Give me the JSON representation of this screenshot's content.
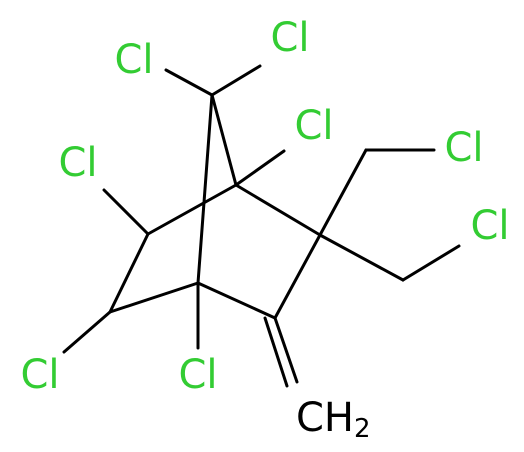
{
  "molecule": {
    "colors": {
      "chlorine": "#33cc33",
      "carbon": "#000000",
      "bond": "#000000"
    },
    "labels": {
      "cl_bridge_left": "Cl",
      "cl_bridge_right": "Cl",
      "cl_bridgehead_upper": "Cl",
      "cl_ring_left": "Cl",
      "cl_ring_lower_left": "Cl",
      "cl_bridgehead_lower": "Cl",
      "cl_chloromethyl_upper": "Cl",
      "cl_chloromethyl_lower": "Cl",
      "methylene_main": "CH",
      "methylene_subscript": "2"
    }
  }
}
